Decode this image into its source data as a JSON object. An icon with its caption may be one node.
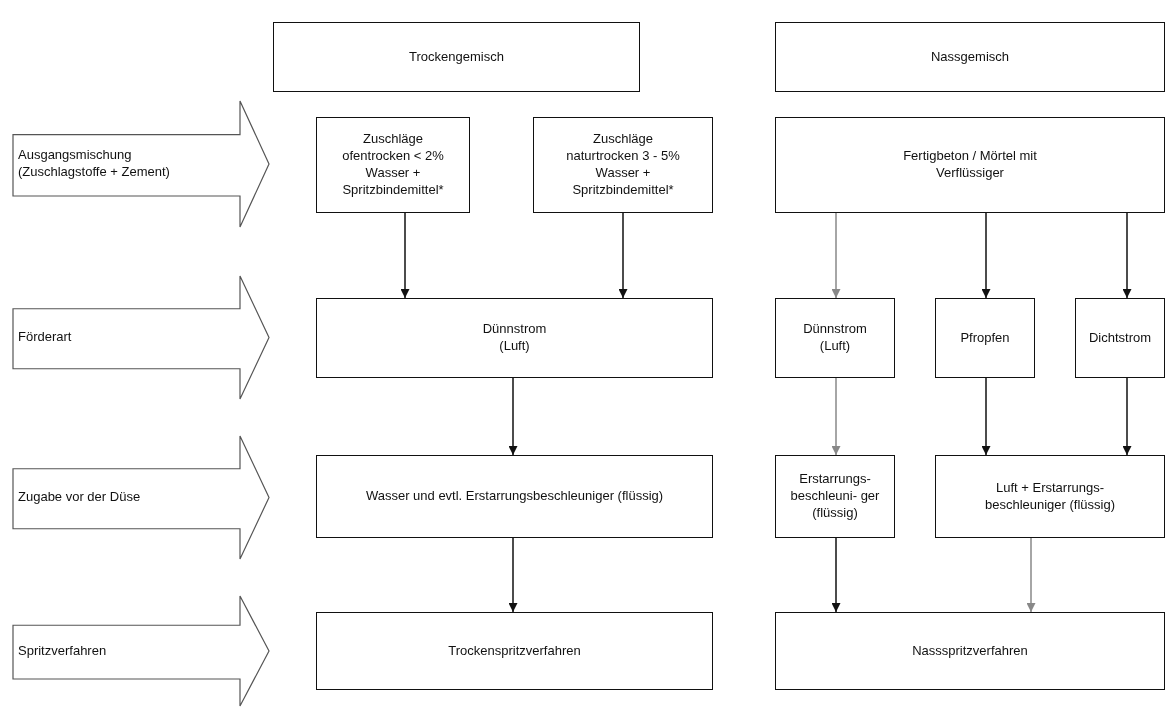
{
  "diagram": {
    "nodes": [
      {
        "text": [
          "Trockengemisch"
        ]
      },
      {
        "text": [
          "Nassgemisch"
        ]
      },
      {
        "text": [
          "Ausgangsmischung (Zuschlagstoffe + Zement)"
        ]
      },
      {
        "text": [
          "Zuschläge ofentrocken < 2% Wasser + Spritzbindemittel*"
        ]
      },
      {
        "text": [
          "Zuschläge naturtrocken 3 - 5% Wasser + Spritzbindemittel*"
        ]
      },
      {
        "text": [
          "Fertigbeton / Mörtel mit Verflüssiger"
        ]
      },
      {
        "text": [
          "Förderart"
        ]
      },
      {
        "text": [
          "Dünnstrom (Luft)"
        ]
      },
      {
        "text": [
          "Dünnstrom (Luft)"
        ]
      },
      {
        "text": [
          "Pfropfen"
        ]
      },
      {
        "text": [
          "Dichtstrom"
        ]
      },
      {
        "text": [
          "Zugabe vor der Düse"
        ]
      },
      {
        "text": [
          "Wasser und evtl. Erstarrungsbeschleuniger (flüssig)"
        ]
      },
      {
        "text": [
          "Erstarrungs- beschleuni- ger (flüssig)"
        ]
      },
      {
        "text": [
          "Luft + Erstarrungs- beschleuniger (flüssig)"
        ]
      },
      {
        "text": [
          "Spritzverfahren"
        ]
      },
      {
        "text": [
          "Trockenspritzverfahren"
        ]
      },
      {
        "text": [
          "Nassspritzverfahren"
        ]
      }
    ],
    "edges": [
      {
        "from": 3,
        "to": 7,
        "arrow": "to"
      },
      {
        "from": 4,
        "to": 7,
        "arrow": "to"
      },
      {
        "from": 7,
        "to": 12,
        "arrow": "to"
      },
      {
        "from": 12,
        "to": 16,
        "arrow": "to"
      },
      {
        "from": 5,
        "to": 8,
        "arrow": "to",
        "color": "#888888"
      },
      {
        "from": 5,
        "to": 9,
        "arrow": "to"
      },
      {
        "from": 5,
        "to": 10,
        "arrow": "to"
      },
      {
        "from": 8,
        "to": 13,
        "arrow": "to",
        "color": "#888888"
      },
      {
        "from": 9,
        "to": 14,
        "arrow": "to"
      },
      {
        "from": 10,
        "to": 14,
        "arrow": "to"
      },
      {
        "from": 13,
        "to": 17,
        "arrow": "to"
      },
      {
        "from": 14,
        "to": 17,
        "arrow": "to",
        "color": "#888888"
      }
    ]
  }
}
